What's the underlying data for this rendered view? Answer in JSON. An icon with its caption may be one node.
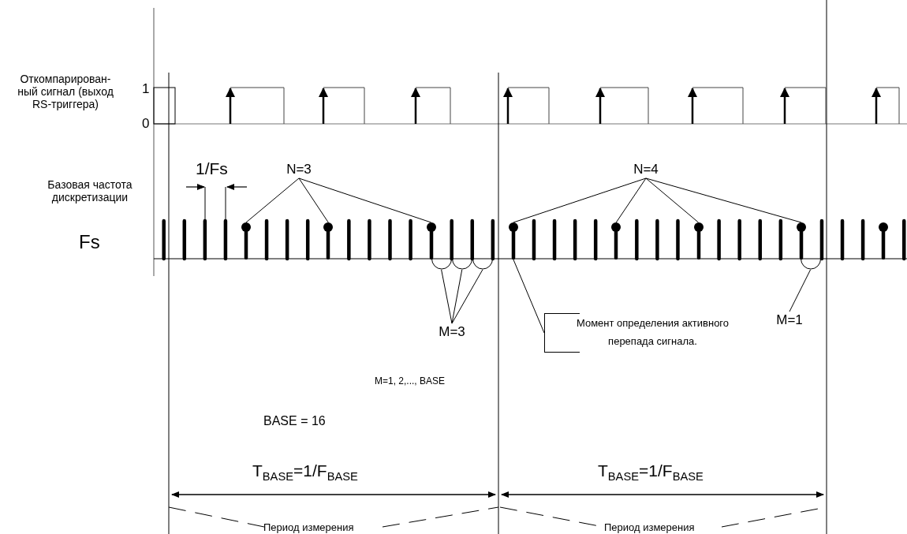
{
  "diagram": {
    "nodes": [
      {
        "text": [
          "N=3"
        ]
      },
      {
        "text": [
          "N=4"
        ]
      },
      {
        "text": [
          "M=3"
        ]
      },
      {
        "text": [
          "M=1"
        ]
      },
      {
        "text": [
          "Момент определения активного перепада сигнала."
        ]
      },
      {
        "text": [],
        "shape": "pin"
      },
      {
        "text": [],
        "shape": "pin"
      },
      {
        "text": [],
        "shape": "pin"
      },
      {
        "text": [],
        "shape": "pin"
      },
      {
        "text": [],
        "shape": "pin"
      },
      {
        "text": [],
        "shape": "pin"
      },
      {
        "text": [],
        "shape": "pin"
      },
      {
        "text": [],
        "shape": "pin"
      },
      {
        "text": [],
        "shape": "arc"
      },
      {
        "text": [],
        "shape": "arc"
      },
      {
        "text": [],
        "shape": "arc"
      },
      {
        "text": [],
        "shape": "arc"
      }
    ],
    "edges": [
      {
        "from": 0,
        "to": 5,
        "arrow": "none"
      },
      {
        "from": 0,
        "to": 6,
        "arrow": "none"
      },
      {
        "from": 0,
        "to": 7,
        "arrow": "none"
      },
      {
        "from": 1,
        "to": 8,
        "arrow": "none"
      },
      {
        "from": 1,
        "to": 9,
        "arrow": "none"
      },
      {
        "from": 1,
        "to": 10,
        "arrow": "none"
      },
      {
        "from": 1,
        "to": 11,
        "arrow": "none"
      },
      {
        "from": 2,
        "to": 13,
        "arrow": "none"
      },
      {
        "from": 2,
        "to": 14,
        "arrow": "none"
      },
      {
        "from": 2,
        "to": 15,
        "arrow": "none"
      },
      {
        "from": 3,
        "to": 16,
        "arrow": "none"
      },
      {
        "from": 4,
        "to": 8,
        "arrow": "none"
      }
    ],
    "labels": [
      "Откомпарирован-ный сигнал (выход RS-триггера)",
      "1",
      "0",
      "1/Fs",
      "Базовая частота дискретизации",
      "Fs",
      "M=1, 2,..., BASE",
      "BASE = 16",
      "T$_{BASE}$=1/F$_{BASE}$",
      "T$_{BASE}$=1/F$_{BASE}$",
      "Период измерения",
      "Период измерения"
    ]
  }
}
